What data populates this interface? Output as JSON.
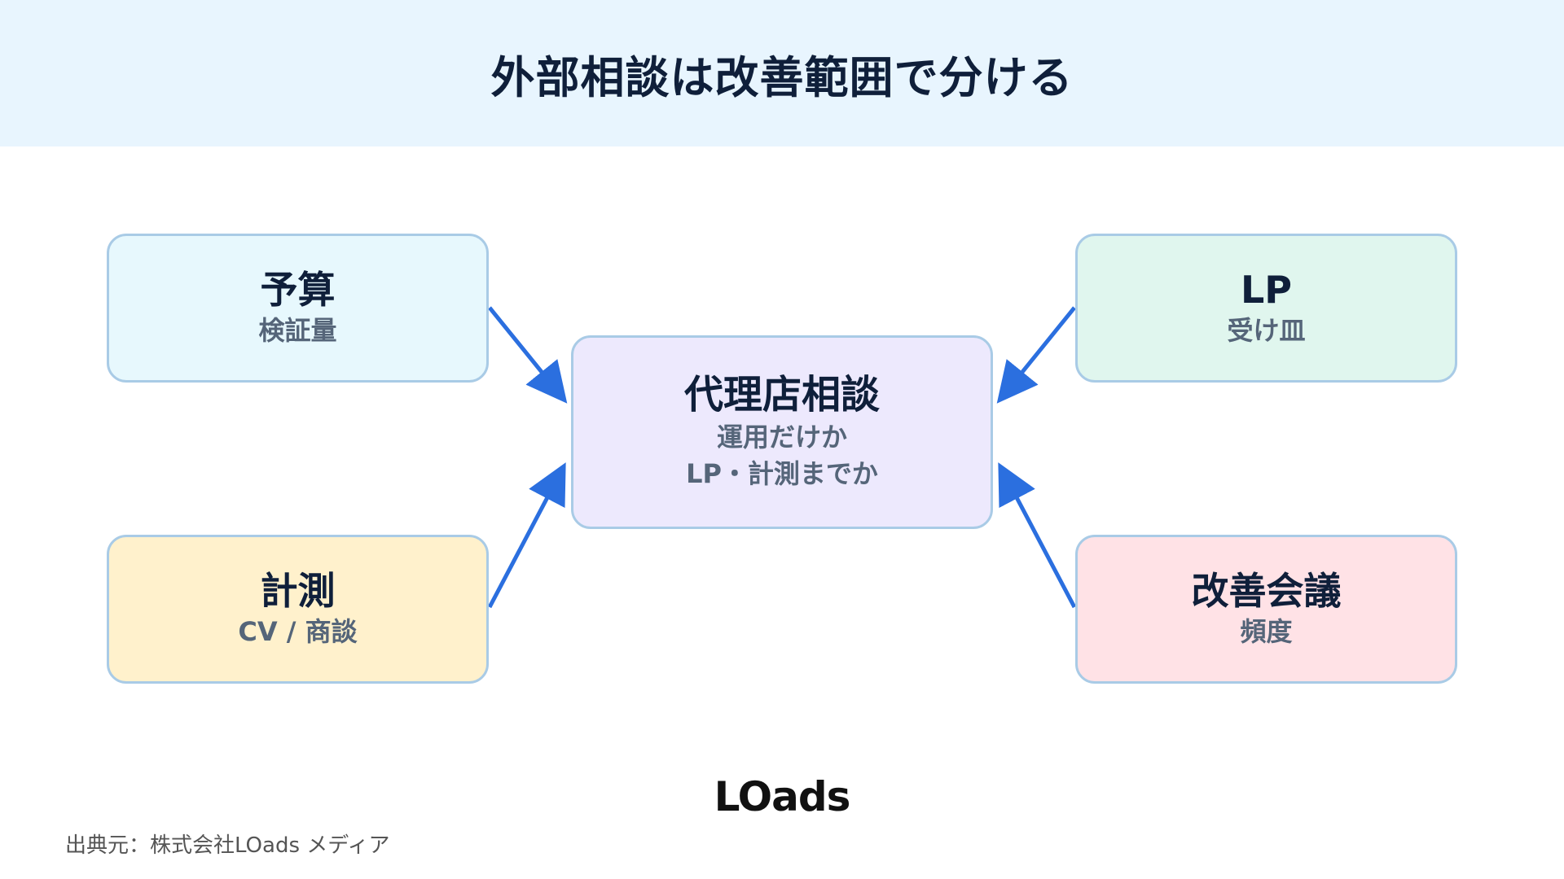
{
  "header": {
    "title": "外部相談は改善範囲で分ける"
  },
  "nodes": {
    "budget": {
      "title": "予算",
      "sub": "検証量"
    },
    "lp": {
      "title": "LP",
      "sub": "受け皿"
    },
    "measure": {
      "title": "計測",
      "sub": "CV / 商談"
    },
    "meeting": {
      "title": "改善会議",
      "sub": "頻度"
    },
    "center": {
      "title": "代理店相談",
      "sub": "運用だけか\nLP・計測までか"
    }
  },
  "footer": {
    "logo": "LOads",
    "source": "出典元：株式会社LOads メディア"
  },
  "colors": {
    "arrow": "#2b6fdf",
    "border": "#a9cbe6",
    "header_bg": "#e8f5fe"
  }
}
